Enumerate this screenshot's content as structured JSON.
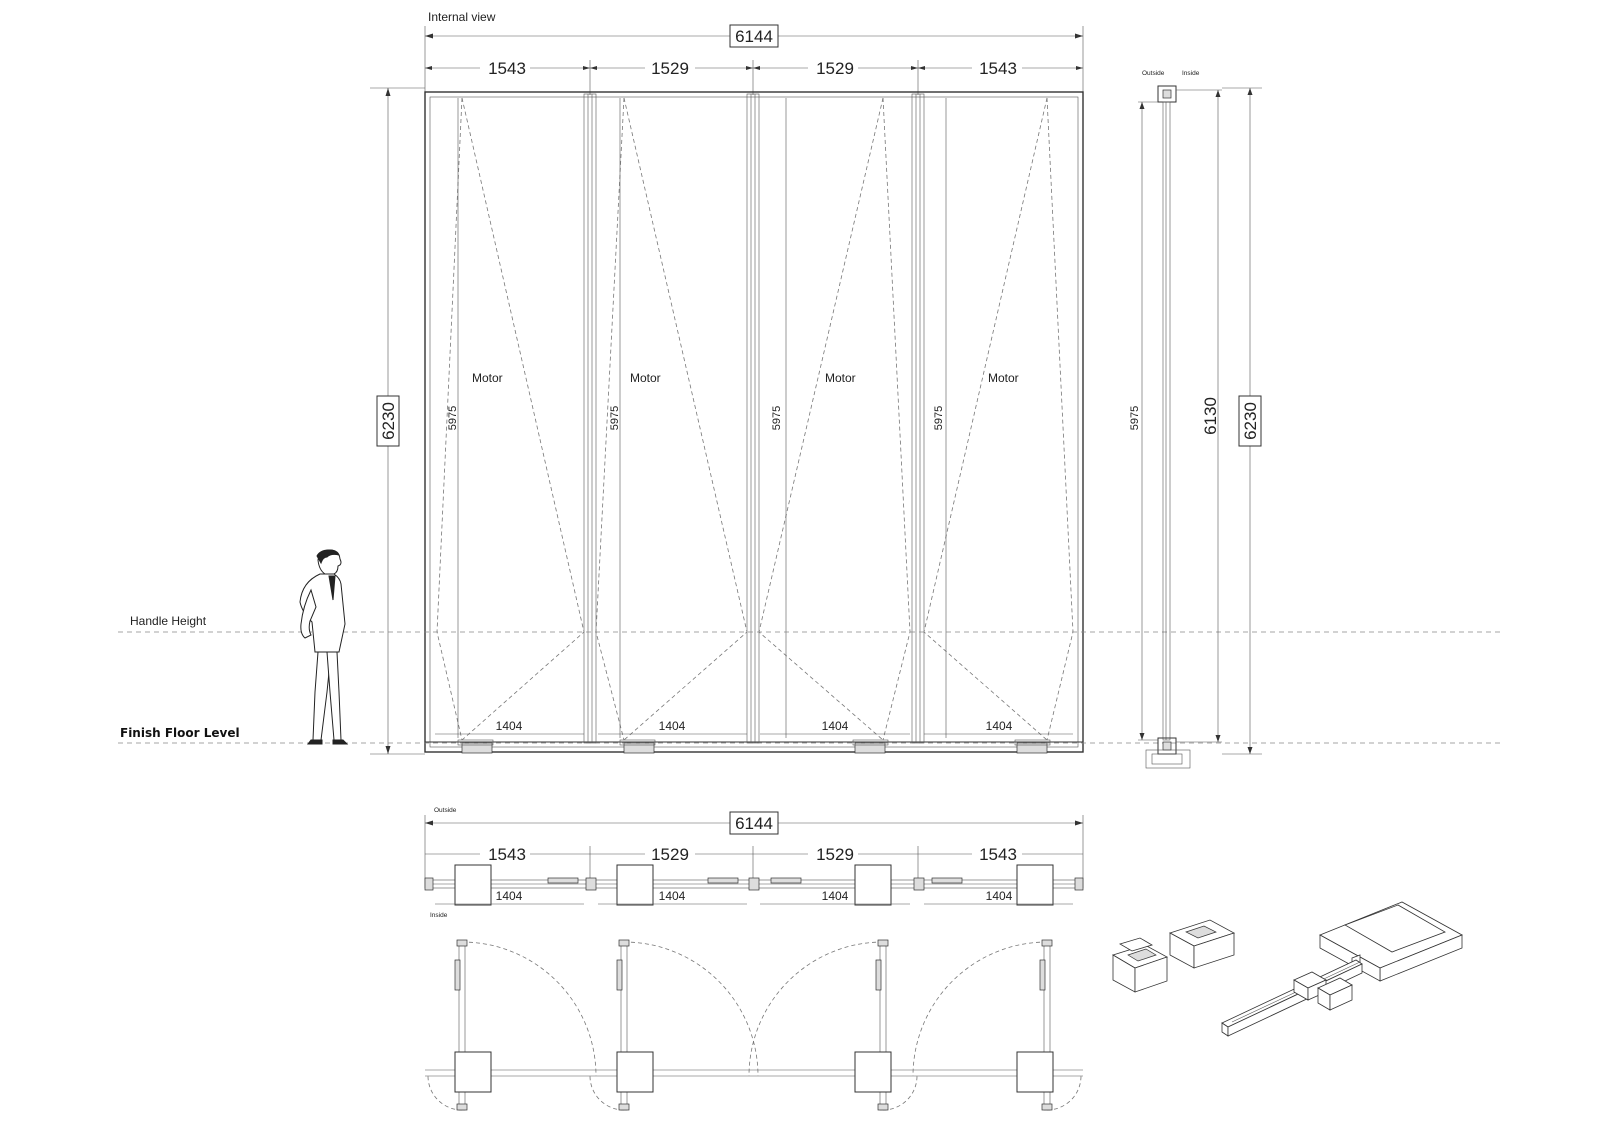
{
  "labels": {
    "internal_view": "Internal view",
    "handle_height": "Handle Height",
    "finish_floor_level": "Finish Floor Level",
    "outside": "Outside",
    "inside": "Inside",
    "motor": "Motor"
  },
  "elevation": {
    "overall_width": "6144",
    "panel_widths": [
      "1543",
      "1529",
      "1529",
      "1543"
    ],
    "leaf_width": "1404",
    "leaf_height": "5975",
    "overall_height": "6230"
  },
  "section": {
    "height_inner": "5975",
    "height_frame": "6130",
    "height_overall": "6230",
    "outside": "Outside",
    "inside": "Inside"
  },
  "plan": {
    "outside": "Outside",
    "inside": "Inside",
    "overall_width": "6144",
    "panel_widths": [
      "1543",
      "1529",
      "1529",
      "1543"
    ],
    "leaf_width": "1404"
  }
}
